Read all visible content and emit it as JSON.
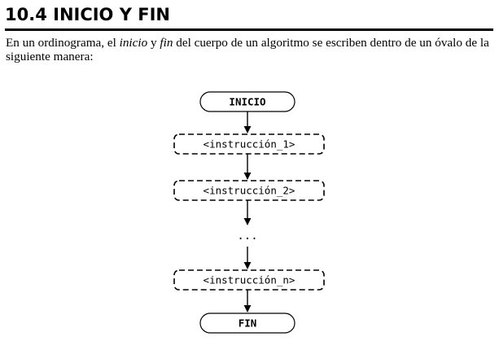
{
  "heading": "10.4 INICIO Y FIN",
  "paragraph": {
    "part1": "En un ordinograma, el ",
    "inicio": "inicio",
    "part2": " y ",
    "fin": "fin",
    "part3": " del cuerpo de un algoritmo se escriben dentro de un óvalo de la siguiente manera:"
  },
  "diagram": {
    "start_label": "INICIO",
    "steps": [
      "<instrucción_1>",
      "<instrucción_2>",
      "<instrucción_n>"
    ],
    "ellipsis": "...",
    "end_label": "FIN"
  }
}
